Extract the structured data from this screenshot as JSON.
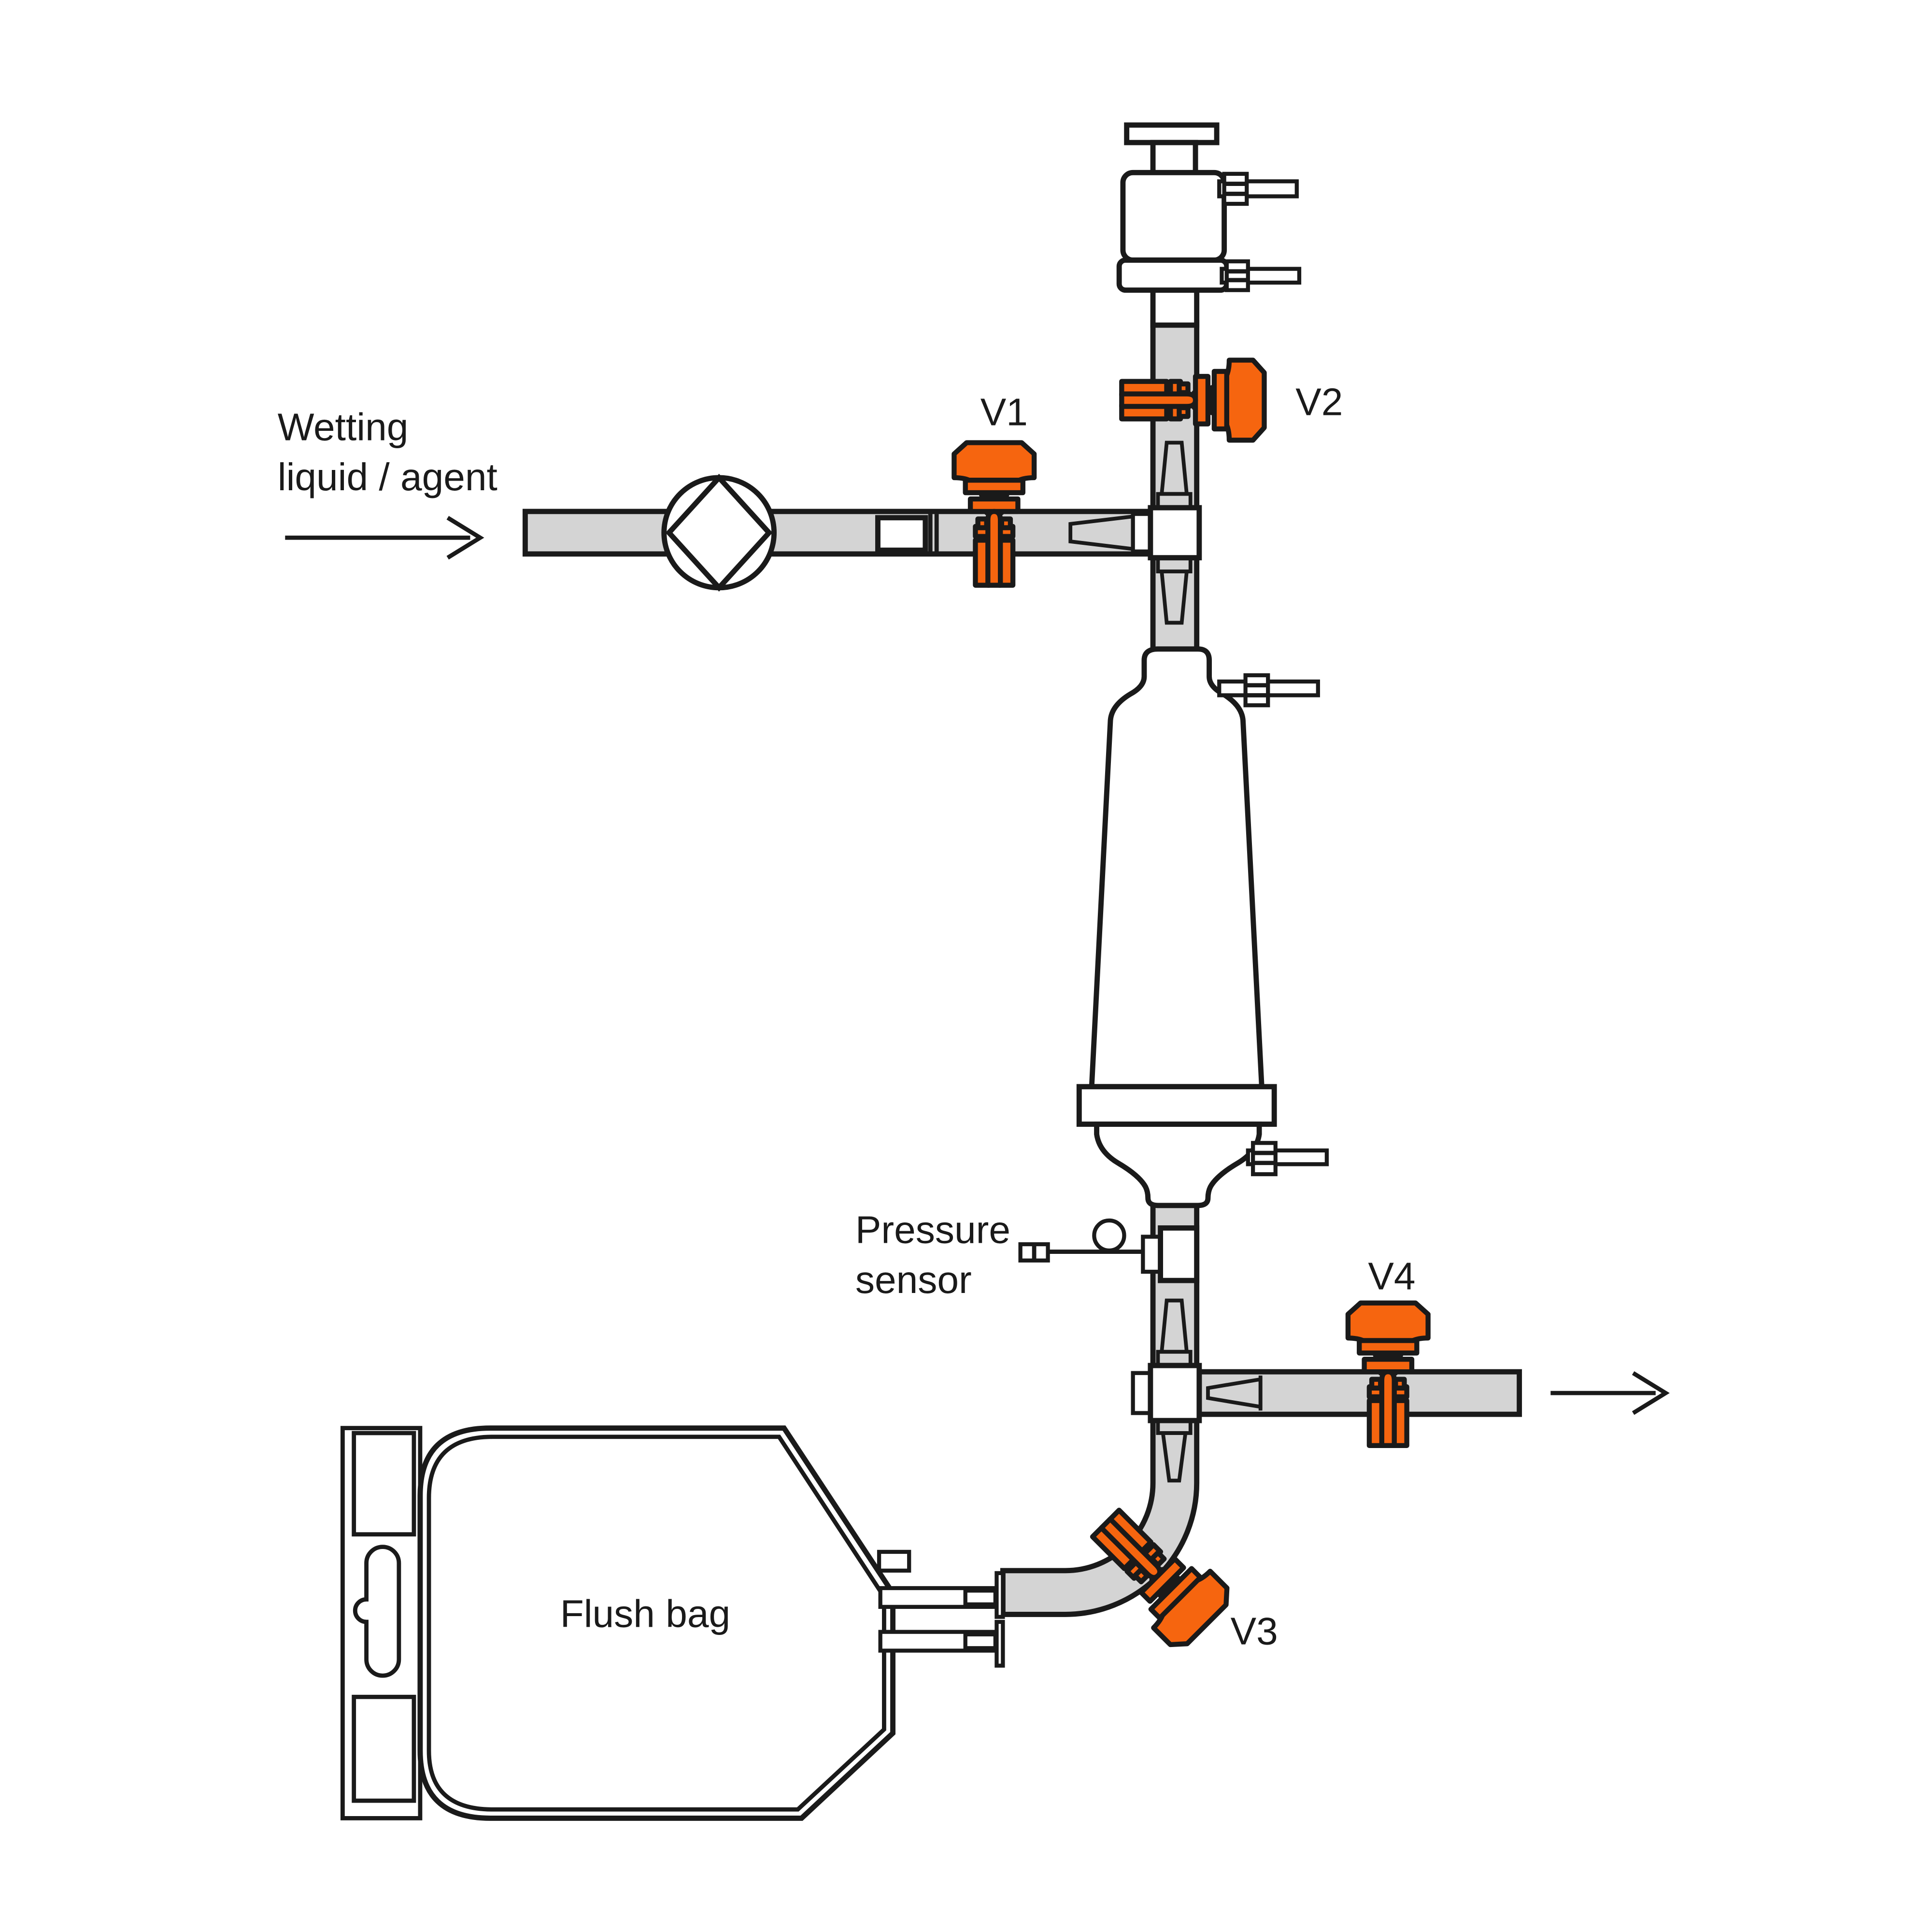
{
  "diagram": {
    "labels": {
      "inlet_line1": "Wetting",
      "inlet_line2": "liquid / agent",
      "valve_v1": "V1",
      "valve_v2": "V2",
      "valve_v3": "V3",
      "valve_v4": "V4",
      "pressure_line1": "Pressure",
      "pressure_line2": "sensor",
      "flush_bag": "Flush bag"
    },
    "icons": {
      "pump": "pump-icon",
      "stopcock": "stopcock-valve-icon",
      "arrow": "flow-arrow-icon"
    },
    "colors": {
      "valve_orange": "#F6650F",
      "pipe_gray": "#D4D4D4",
      "line_black": "#1A1A1A",
      "background": "#FFFFFF"
    }
  }
}
